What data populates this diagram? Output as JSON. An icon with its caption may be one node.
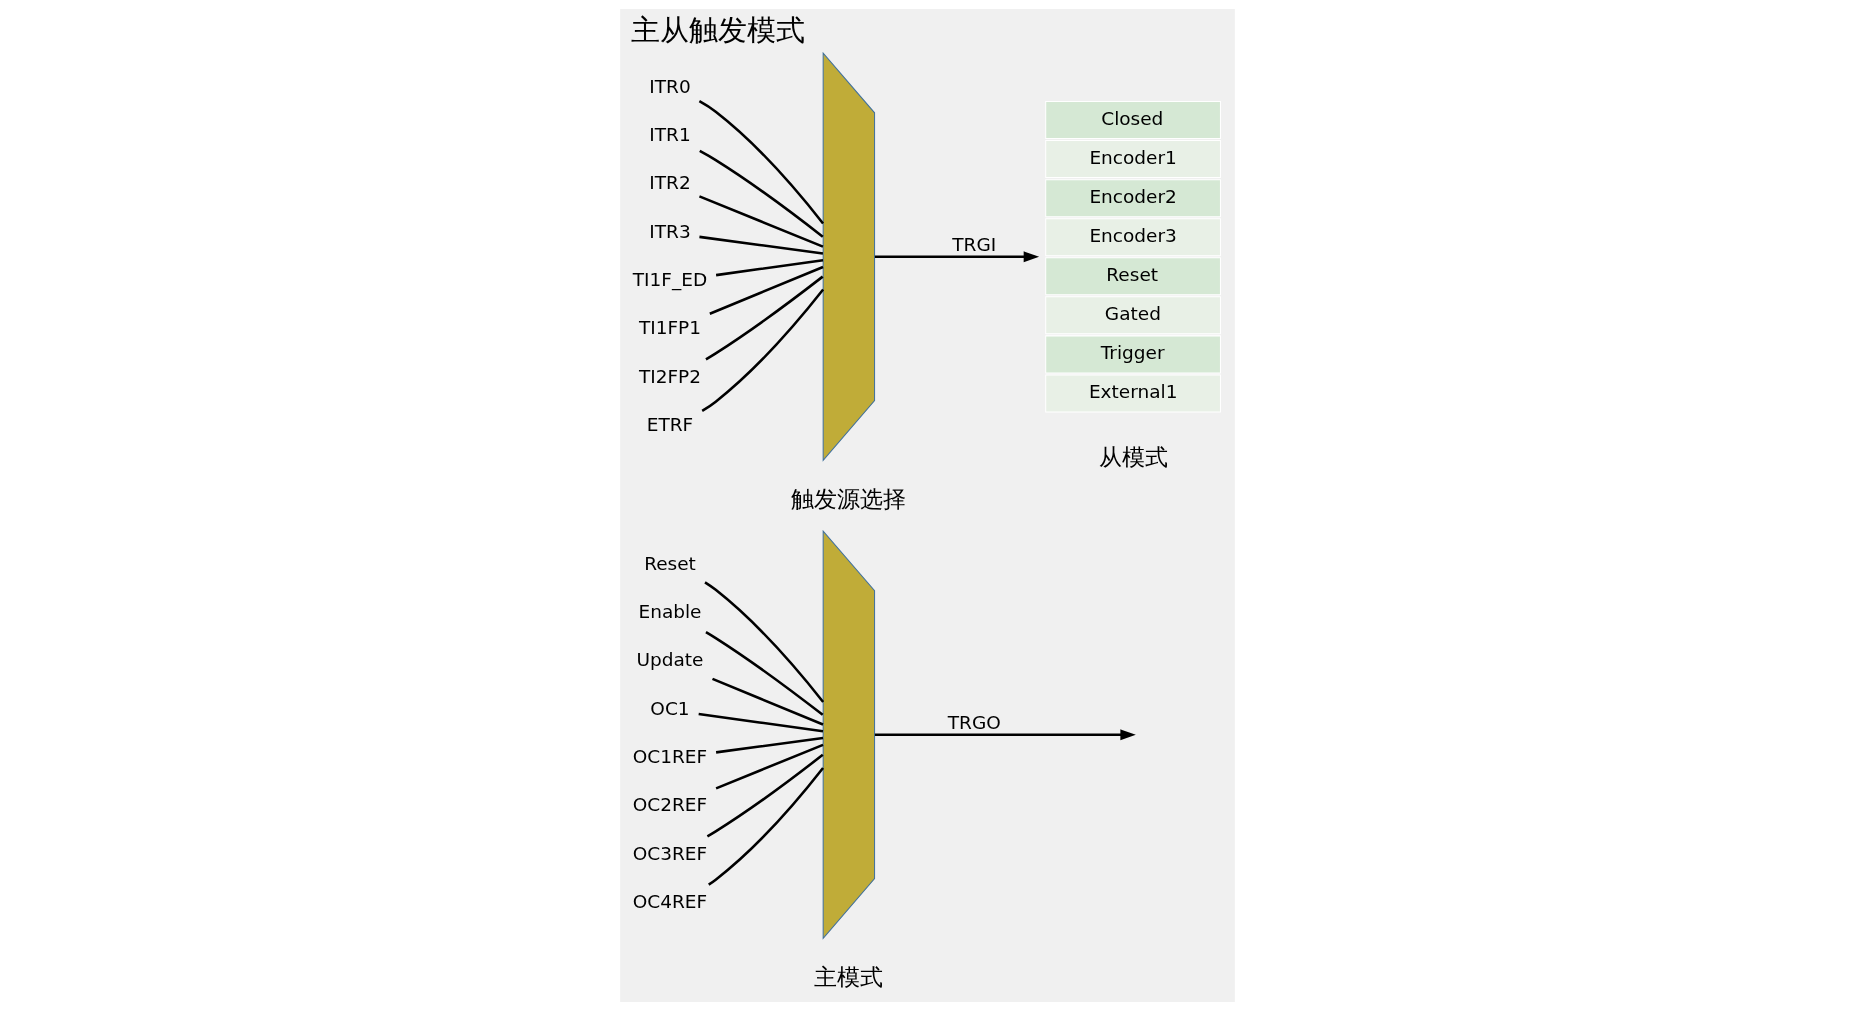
{
  "diagram": {
    "title": "主从触发模式",
    "nodes": [
      {
        "text": [
          "Reset"
        ]
      },
      {
        "text": [
          "Enable"
        ]
      },
      {
        "text": [
          "Update"
        ]
      },
      {
        "text": [
          "OC1"
        ]
      },
      {
        "text": [
          "OC1REF"
        ]
      },
      {
        "text": [
          "OC2REF"
        ]
      },
      {
        "text": [
          "OC3REF"
        ]
      },
      {
        "text": [
          "OC4REF"
        ]
      },
      {
        "text": [],
        "shape": "trapezoid",
        "beside": [
          "主模式"
        ]
      },
      {
        "text": [
          "ITR0"
        ]
      },
      {
        "text": [
          "ITR1"
        ]
      },
      {
        "text": [
          "ITR2"
        ]
      },
      {
        "text": [
          "ITR3"
        ]
      },
      {
        "text": [
          "TI1F_ED"
        ]
      },
      {
        "text": [
          "TI1FP1"
        ]
      },
      {
        "text": [
          "TI2FP2"
        ]
      },
      {
        "text": [
          "ETRF"
        ]
      },
      {
        "text": [],
        "shape": "trapezoid",
        "beside": [
          "触发源选择"
        ]
      },
      {
        "text": [
          "Closed",
          "Encoder1",
          "Encoder2",
          "Encoder3",
          "Reset",
          "Gated",
          "Trigger",
          "External1"
        ],
        "beside": [
          "从模式"
        ]
      }
    ],
    "edges": [
      {
        "from": 0,
        "to": 8,
        "arrow": "none"
      },
      {
        "from": 1,
        "to": 8,
        "arrow": "none"
      },
      {
        "from": 2,
        "to": 8,
        "arrow": "none"
      },
      {
        "from": 3,
        "to": 8,
        "arrow": "none"
      },
      {
        "from": 4,
        "to": 8,
        "arrow": "none"
      },
      {
        "from": 5,
        "to": 8,
        "arrow": "none"
      },
      {
        "from": 6,
        "to": 8,
        "arrow": "none"
      },
      {
        "from": 7,
        "to": 8,
        "arrow": "none"
      },
      {
        "from": 8,
        "to": null,
        "arrow": "to",
        "label": "TRGO"
      },
      {
        "from": 9,
        "to": 17,
        "arrow": "none"
      },
      {
        "from": 10,
        "to": 17,
        "arrow": "none"
      },
      {
        "from": 11,
        "to": 17,
        "arrow": "none"
      },
      {
        "from": 12,
        "to": 17,
        "arrow": "none"
      },
      {
        "from": 13,
        "to": 17,
        "arrow": "none"
      },
      {
        "from": 14,
        "to": 17,
        "arrow": "none"
      },
      {
        "from": 15,
        "to": 17,
        "arrow": "none"
      },
      {
        "from": 16,
        "to": 17,
        "arrow": "none"
      },
      {
        "from": 17,
        "to": 18,
        "arrow": "to",
        "label": "TRGI"
      }
    ]
  }
}
